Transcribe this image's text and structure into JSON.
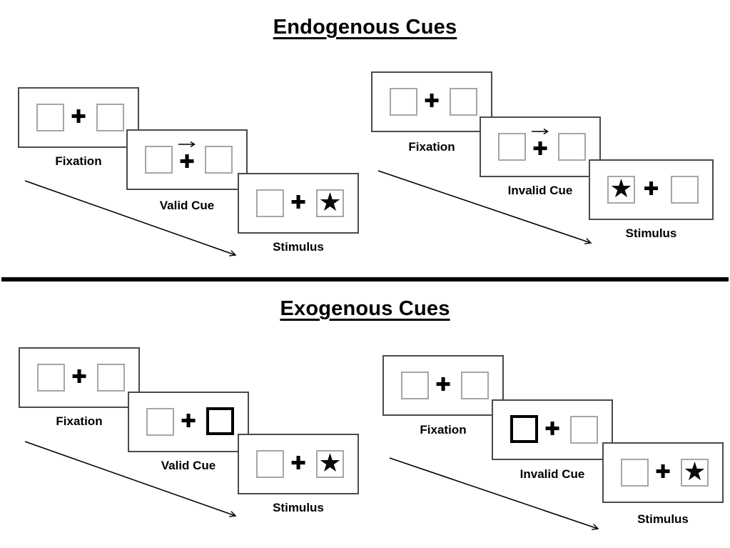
{
  "figure": {
    "kind": "spatial-cueing-paradigm-diagram",
    "sections": [
      {
        "title": "Endogenous Cues",
        "sequences": [
          {
            "condition": "valid",
            "cue_type": "central-arrow",
            "cue_direction": "right",
            "star_side": "right",
            "steps": [
              {
                "label": "Fixation"
              },
              {
                "label": "Valid Cue"
              },
              {
                "label": "Stimulus"
              }
            ]
          },
          {
            "condition": "invalid",
            "cue_type": "central-arrow",
            "cue_direction": "right",
            "star_side": "left",
            "steps": [
              {
                "label": "Fixation"
              },
              {
                "label": "Invalid Cue"
              },
              {
                "label": "Stimulus"
              }
            ]
          }
        ]
      },
      {
        "title": "Exogenous Cues",
        "sequences": [
          {
            "condition": "valid",
            "cue_type": "peripheral-box",
            "cue_side": "right",
            "star_side": "right",
            "steps": [
              {
                "label": "Fixation"
              },
              {
                "label": "Valid Cue"
              },
              {
                "label": "Stimulus"
              }
            ]
          },
          {
            "condition": "invalid",
            "cue_type": "peripheral-box",
            "cue_side": "left",
            "star_side": "right",
            "steps": [
              {
                "label": "Fixation"
              },
              {
                "label": "Invalid Cue"
              },
              {
                "label": "Stimulus"
              }
            ]
          }
        ]
      }
    ]
  },
  "glyphs": {
    "plus": "✚",
    "star": "★",
    "cue_arrow": "→"
  },
  "icons": {
    "fixation-cross-icon": "✚",
    "star-icon": "★",
    "right-arrow-icon": "→",
    "timeline-arrow-icon": "↘"
  },
  "colors": {
    "background": "#ffffff",
    "panel_border": "#4a4a4a",
    "box_border": "#a6a6a6",
    "cue_box_border": "#000000",
    "ink": "#000000"
  }
}
